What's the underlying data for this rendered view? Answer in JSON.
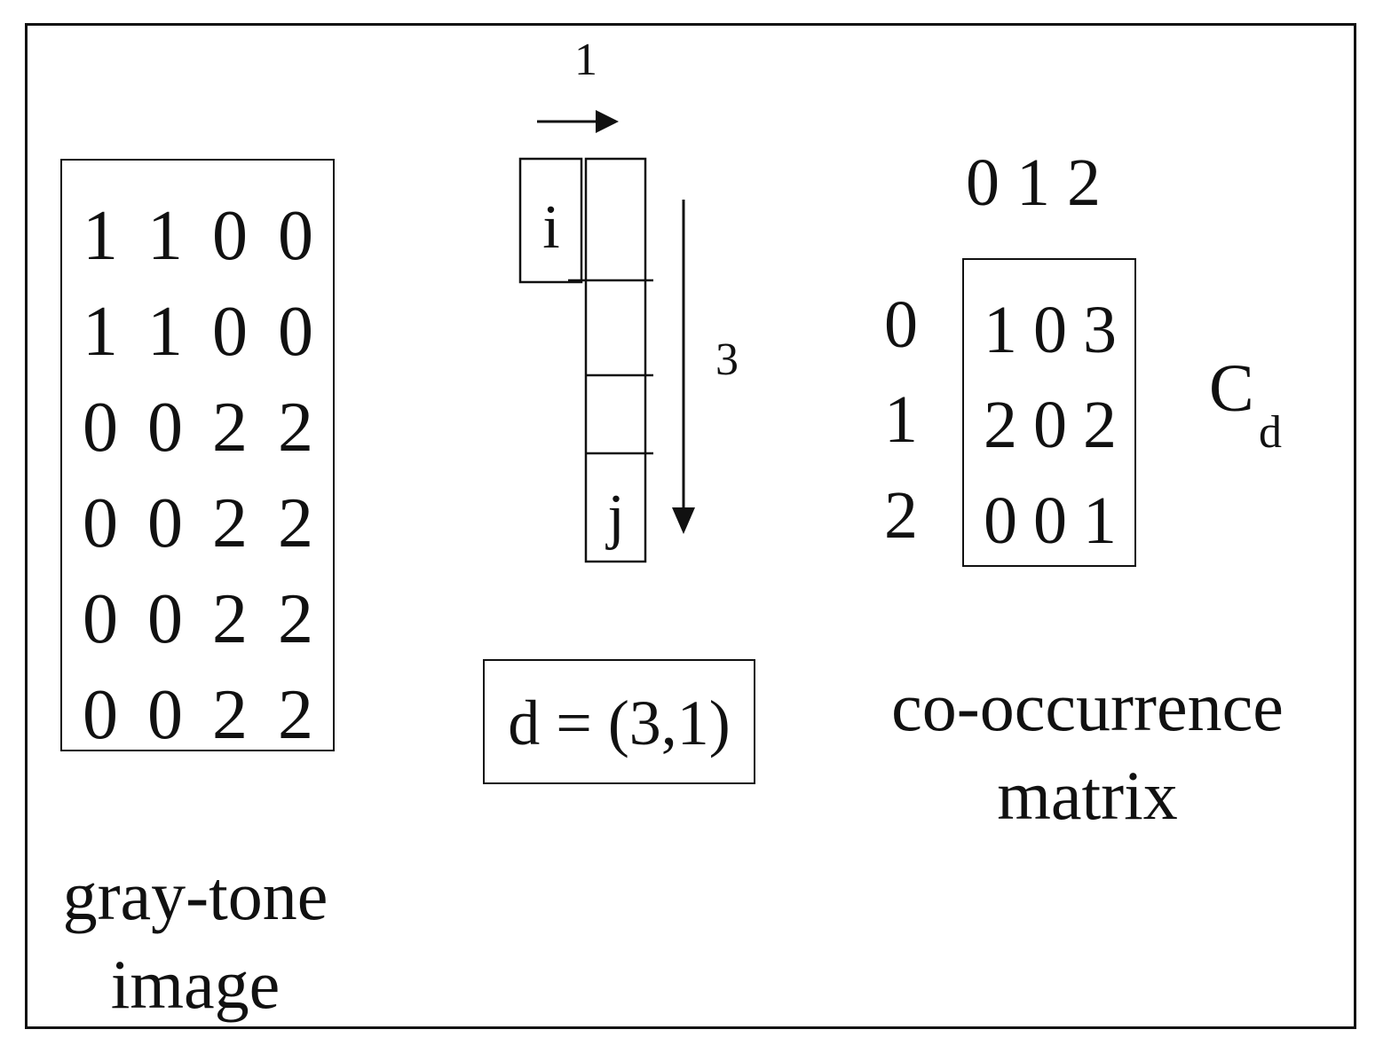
{
  "gray_tone_image": {
    "rows": [
      [
        "1",
        "1",
        "0",
        "0"
      ],
      [
        "1",
        "1",
        "0",
        "0"
      ],
      [
        "0",
        "0",
        "2",
        "2"
      ],
      [
        "0",
        "0",
        "2",
        "2"
      ],
      [
        "0",
        "0",
        "2",
        "2"
      ],
      [
        "0",
        "0",
        "2",
        "2"
      ]
    ],
    "caption_line1": "gray-tone",
    "caption_line2": "image"
  },
  "displacement": {
    "horizontal_label": "1",
    "vertical_label": "3",
    "start_cell": "i",
    "end_cell": "j",
    "formula": "d = (3,1)"
  },
  "cooccurrence": {
    "col_header": "0 1 2",
    "row_labels": [
      "0",
      "1",
      "2"
    ],
    "rows": [
      [
        "1",
        "0",
        "3"
      ],
      [
        "2",
        "0",
        "2"
      ],
      [
        "0",
        "0",
        "1"
      ]
    ],
    "symbol_main": "C",
    "symbol_sub": "d",
    "caption_line1": "co-occurrence",
    "caption_line2": "matrix"
  }
}
